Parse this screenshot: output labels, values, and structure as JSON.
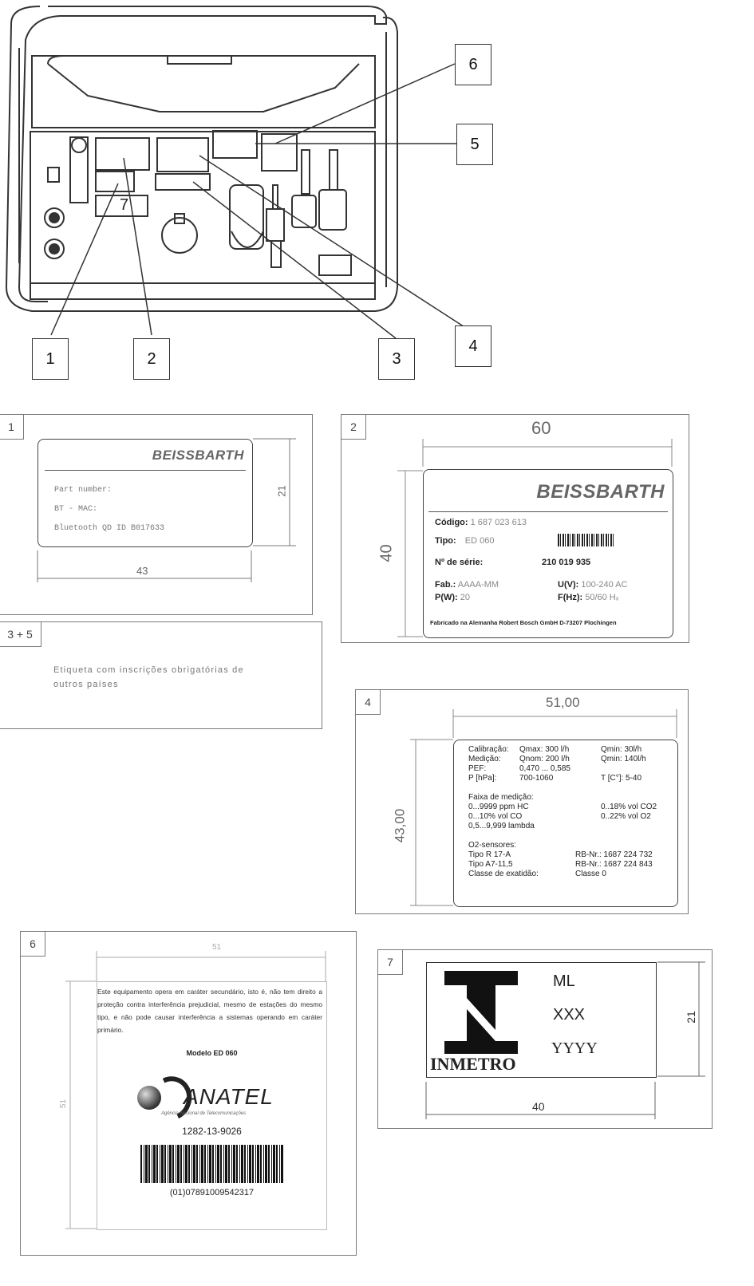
{
  "callouts": [
    "1",
    "2",
    "3",
    "4",
    "5",
    "6"
  ],
  "device_label_7": "7",
  "panel1": {
    "tag": "1",
    "brand": "BEISSBARTH",
    "lines": [
      "Part number:",
      "BT - MAC:",
      "Bluetooth QD ID B017633"
    ],
    "dim_width": "43",
    "dim_height": "21"
  },
  "panel2": {
    "tag": "2",
    "dim_width": "60",
    "dim_height": "40",
    "brand": "BEISSBARTH",
    "codigo_label": "Código:",
    "codigo_value": "1 687 023 613",
    "tipo_label": "Tipo:",
    "tipo_value": "ED 060",
    "serie_label": "Nº de série:",
    "serie_value": "210 019 935",
    "fab_label": "Fab.:",
    "fab_value": "AAAA-MM",
    "uv_label": "U(V):",
    "uv_value": "100-240 AC",
    "pw_label": "P(W):",
    "pw_value": "20",
    "fhz_label": "F(Hz):",
    "fhz_value": "50/60 Hₓ",
    "footer": "Fabricado na Alemanha Robert Bosch GmbH D-73207 Plochingen"
  },
  "panel35": {
    "tag": "3 + 5",
    "text_line1": "Etiqueta com inscrições obrigatórias de",
    "text_line2": "outros países"
  },
  "panel4": {
    "tag": "4",
    "dim_width": "51,00",
    "dim_height": "43,00",
    "rows": [
      [
        "Calibração:",
        "Qmax: 300 l/h",
        "Qmin: 30l/h"
      ],
      [
        "Medição:",
        "Qnom: 200 l/h",
        "Qmin: 140l/h"
      ],
      [
        "PEF:",
        "0,470 ... 0,585",
        ""
      ],
      [
        "P [hPa]:",
        "700-1060",
        "T [C°]: 5-40"
      ]
    ],
    "range_title": "Faixa de medição:",
    "range_rows": [
      [
        "0...9999 ppm HC",
        "0..18% vol CO2"
      ],
      [
        "0...10% vol CO",
        "0..22% vol O2"
      ],
      [
        "0,5...9,999 lambda",
        ""
      ]
    ],
    "sensor_title": "O2-sensores:",
    "sensor_rows": [
      [
        "Tipo R 17-A",
        "RB-Nr.: 1687 224 732"
      ],
      [
        "Tipo A7-11,5",
        "RB-Nr.: 1687 224 843"
      ],
      [
        "Classe de exatidão:",
        "Classe 0"
      ]
    ]
  },
  "panel6": {
    "tag": "6",
    "dim_width": "51",
    "dim_height": "51",
    "paragraph": "Este equipamento opera em caráter secundário, isto é, não tem direito a proteção contra interferência prejudicial, mesmo de estações do mesmo tipo, e não pode causar interferência a sistemas operando em caráter primário.",
    "model": "Modelo ED 060",
    "logo": "ANATEL",
    "agency": "Agência Nacional de Telecomunicações",
    "cert_number": "1282-13-9026",
    "barcode_text": "(01)07891009542317"
  },
  "panel7": {
    "tag": "7",
    "logo_text": "INMETRO",
    "line1": "ML",
    "line2": "XXX",
    "line3": "YYYY",
    "dim_width": "40",
    "dim_height": "21"
  }
}
